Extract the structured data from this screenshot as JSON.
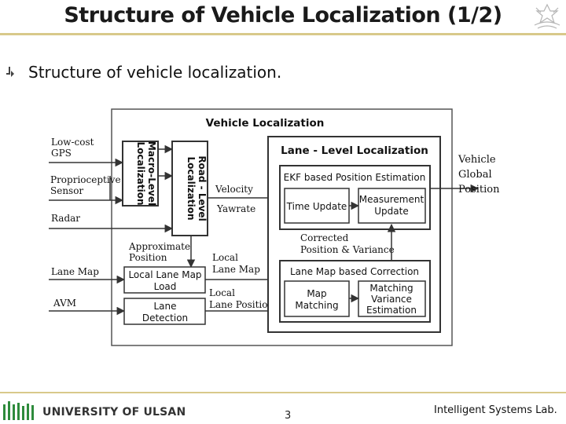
{
  "header": {
    "title": "Structure of Vehicle Localization (1/2)"
  },
  "content": {
    "bullet": "Structure of vehicle localization."
  },
  "diagram": {
    "outer_title": "Vehicle Localization",
    "inputs": {
      "gps_1": "Low-cost",
      "gps_2": "GPS",
      "prop_1": "Proprioceptive",
      "prop_2": "Sensor",
      "radar": "Radar",
      "lanemap": "Lane Map",
      "avm": "AVM"
    },
    "macro": [
      "Macro-Level",
      "Localization"
    ],
    "road": [
      "Road - Level",
      "Localization"
    ],
    "velocity": "Velocity",
    "yawrate": "Yawrate",
    "approx_1": "Approximate",
    "approx_2": "Position",
    "local_lane_map_1": "Local",
    "local_lane_map_2": "Lane Map",
    "local_lane_pos_1": "Local",
    "local_lane_pos_2": "Lane Position",
    "llm_load_1": "Local Lane Map",
    "llm_load_2": "Load",
    "lane_det_1": "Lane",
    "lane_det_2": "Detection",
    "lll_title": "Lane - Level Localization",
    "ekf_title": "EKF based Position Estimation",
    "time_update": "Time Update",
    "meas_1": "Measurement",
    "meas_2": "Update",
    "corrected_1": "Corrected",
    "corrected_2": "Position  & Variance",
    "lmc_title": "Lane Map based Correction",
    "map_match_1": "Map",
    "map_match_2": "Matching",
    "mve_1": "Matching",
    "mve_2": "Variance",
    "mve_3": "Estimation",
    "output_1": "Vehicle",
    "output_2": "Global",
    "output_3": "Position"
  },
  "footer": {
    "university": "UNIVERSITY OF ULSAN",
    "page": "3",
    "lab": "Intelligent Systems Lab."
  }
}
